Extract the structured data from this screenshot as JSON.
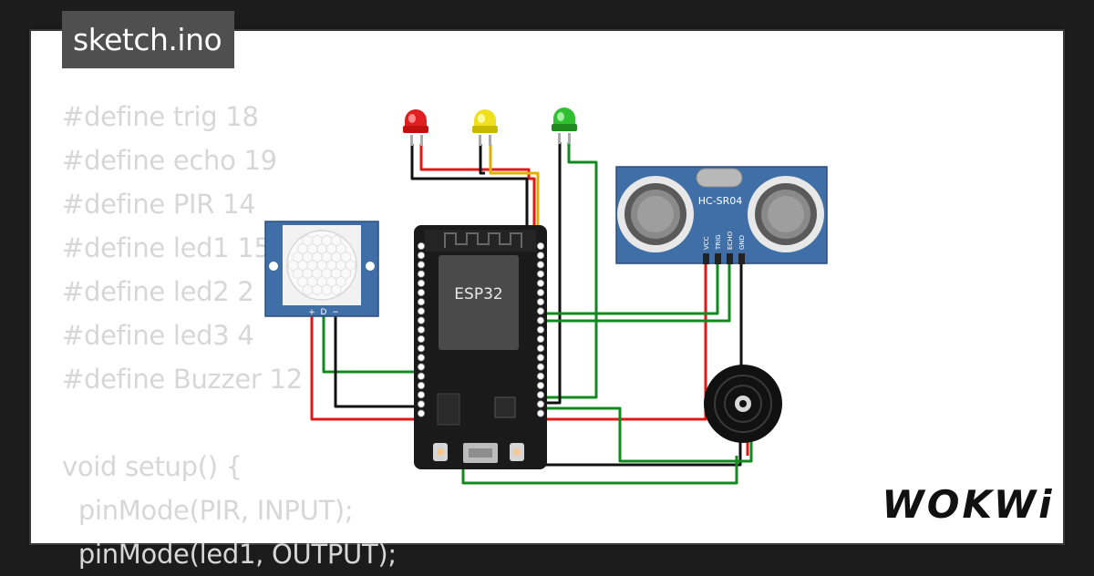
{
  "file_tab": {
    "label": "sketch.ino"
  },
  "code_lines": [
    "#define trig 18",
    "#define echo 19",
    "#define PIR 14",
    "#define led1 15",
    "#define led2 2",
    "#define led3 4",
    "#define Buzzer 12",
    "",
    "void setup() {",
    "  pinMode(PIR, INPUT);",
    "  pinMode(led1, OUTPUT);"
  ],
  "components": {
    "mcu_label": "ESP32",
    "ultrasonic_label": "HC-SR04",
    "ultrasonic_pins": [
      "VCC",
      "TRIG",
      "ECHO",
      "GND"
    ],
    "pir_pins": [
      "+",
      "D",
      "−"
    ]
  },
  "brand": {
    "logo_text": "WOKWi"
  },
  "colors": {
    "background": "#1c1c1c",
    "panel": "#ffffff",
    "code_text": "#d7d7d7",
    "tab_bg": "#4f4f4f",
    "wire_red": "#e01818",
    "wire_black": "#111111",
    "wire_green": "#0f8a1c",
    "wire_yellow": "#e0b000",
    "board": "#1a1a1a",
    "sensor_blue": "#3f6fa6",
    "led_red": "#e02020",
    "led_yellow": "#f0e020",
    "led_green": "#30c030"
  }
}
